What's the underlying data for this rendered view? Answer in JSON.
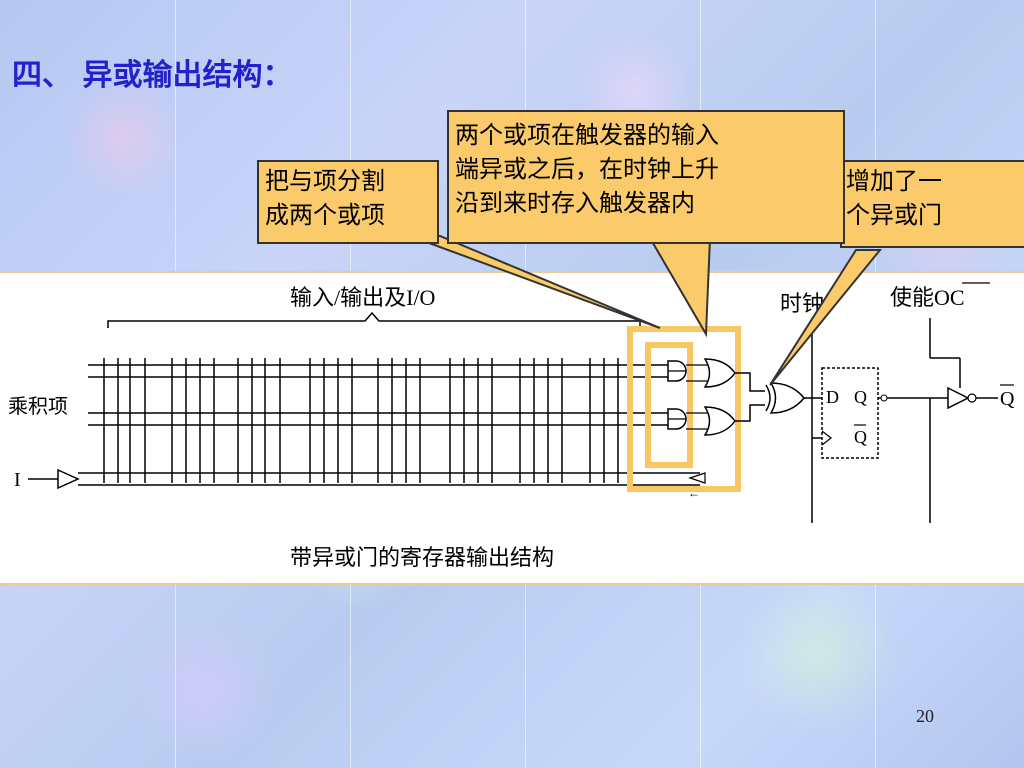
{
  "slide": {
    "title": "四、 异或输出结构：",
    "page_number": "20"
  },
  "callouts": {
    "split_and_terms": [
      "把与项分割",
      "成两个或项"
    ],
    "store_after_xor": [
      "两个或项在触发器的输入",
      "端异或之后，在时钟上升",
      "沿到来时存入触发器内"
    ],
    "added_xor_gate": [
      "增加了一",
      "个异或门"
    ]
  },
  "diagram": {
    "top_brace_label": "输入/输出及I/O",
    "row_label": "乘积项",
    "input_label": "I",
    "clock_label": "时钟",
    "enable_label": "使能OC",
    "ff_d": "D",
    "ff_q": "Q",
    "ff_qbar": "Q",
    "output_label": "Q",
    "caption": "带异或门的寄存器输出结构"
  },
  "colors": {
    "title": "#2222cc",
    "callout_fill": "#fbcb6b",
    "highlight_box": "#f7c766"
  }
}
